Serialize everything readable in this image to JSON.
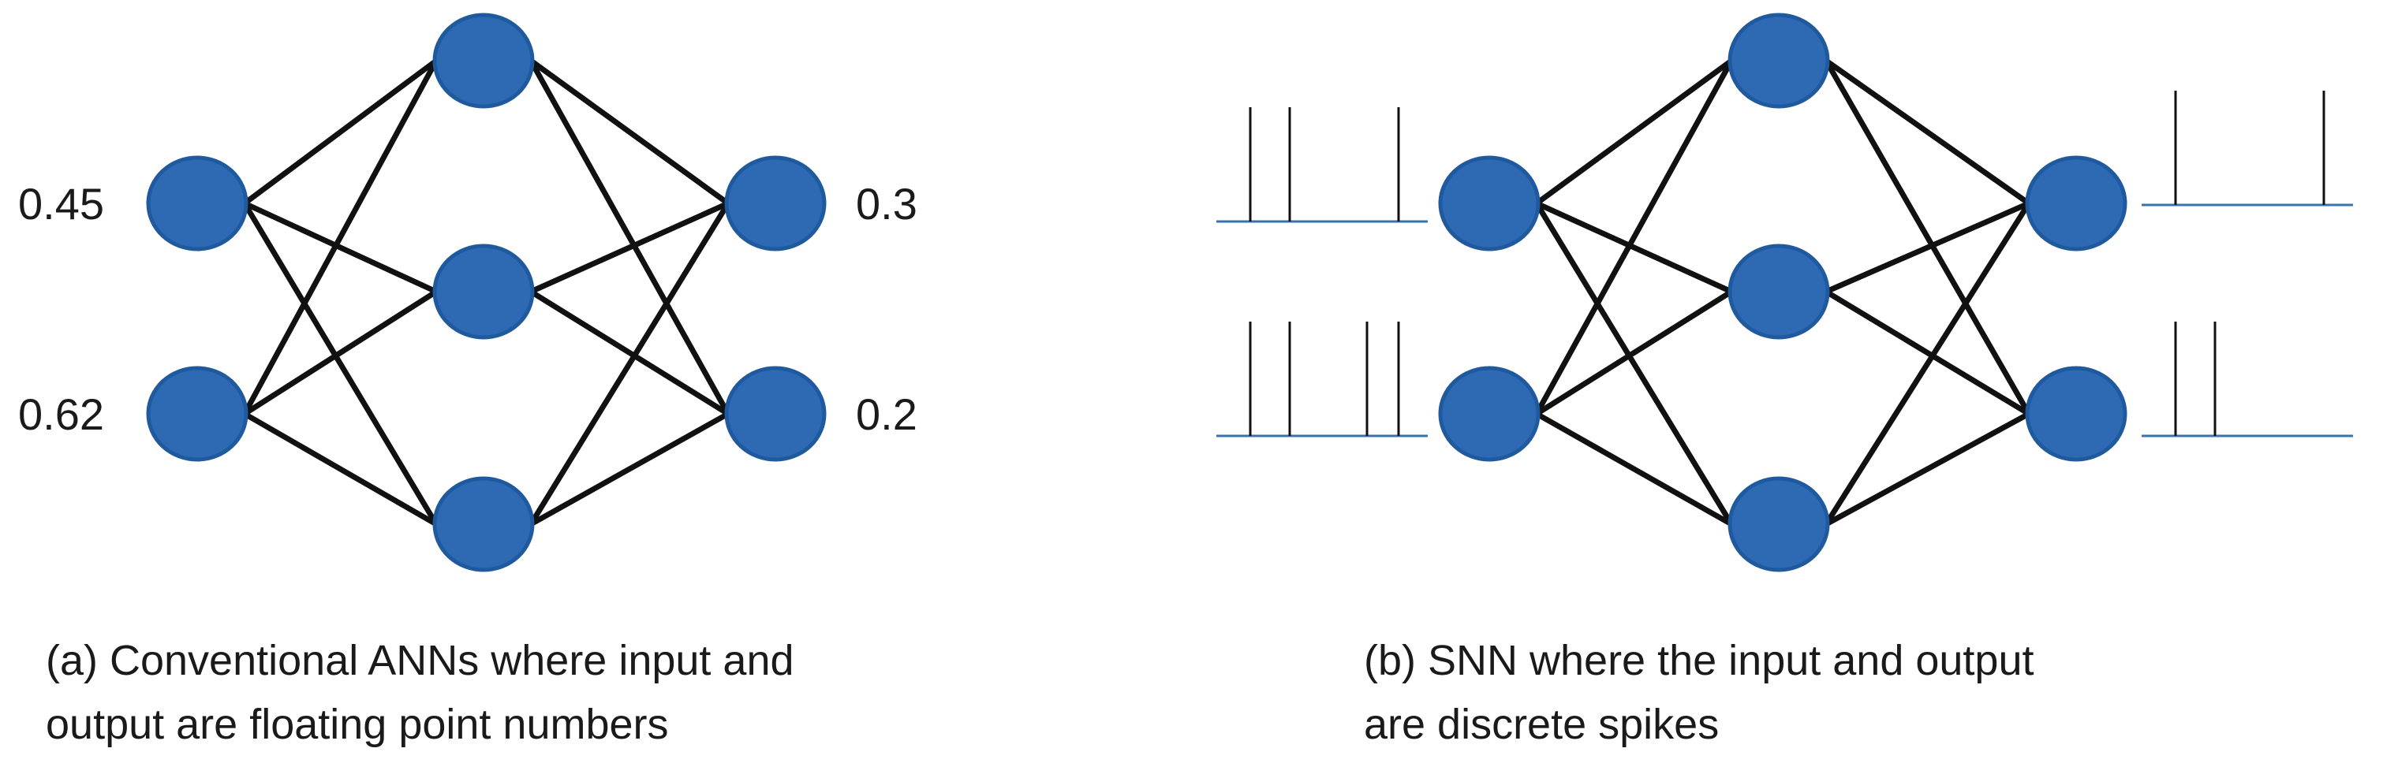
{
  "colors": {
    "node_fill": "#2e69b3",
    "node_stroke": "#1f5a9e",
    "edge": "#111111",
    "spike_baseline": "#3a72b0",
    "spike": "#111111"
  },
  "panel_a": {
    "input_values": [
      "0.45",
      "0.62"
    ],
    "output_values": [
      "0.3",
      "0.2"
    ],
    "caption_line1": "(a) Conventional ANNs where input and",
    "caption_line2": "output are floating point numbers",
    "layers": [
      2,
      3,
      2
    ]
  },
  "panel_b": {
    "caption_line1": "(b) SNN where the input and output",
    "caption_line2": "are discrete spikes",
    "layers": [
      2,
      3,
      2
    ],
    "input_spike_trains": [
      [
        1,
        2,
        5
      ],
      [
        1,
        2,
        4,
        5
      ]
    ],
    "output_spike_trains": [
      [
        1,
        5
      ],
      [
        1,
        2
      ]
    ]
  }
}
